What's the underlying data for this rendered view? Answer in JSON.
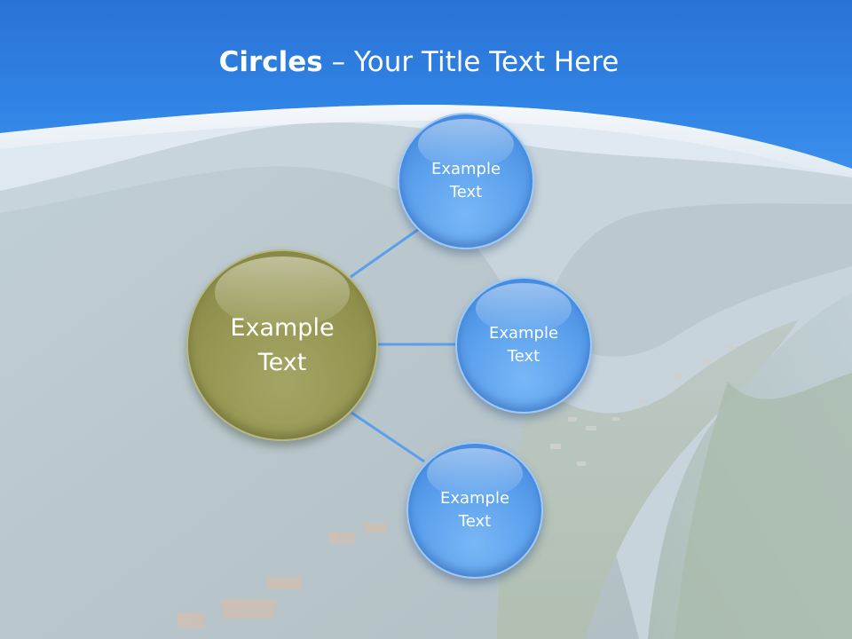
{
  "slide": {
    "title_bold": "Circles",
    "title_rest": " – Your Title Text Here"
  },
  "diagram": {
    "center": {
      "label": "Example\nText"
    },
    "satellites": [
      {
        "label": "Example\nText"
      },
      {
        "label": "Example\nText"
      },
      {
        "label": "Example\nText"
      }
    ]
  },
  "colors": {
    "header_blue": "#2f83e4",
    "center_fill": "#979853",
    "satellite_fill": "#5ea3ee",
    "connector": "#5aa0ee"
  }
}
